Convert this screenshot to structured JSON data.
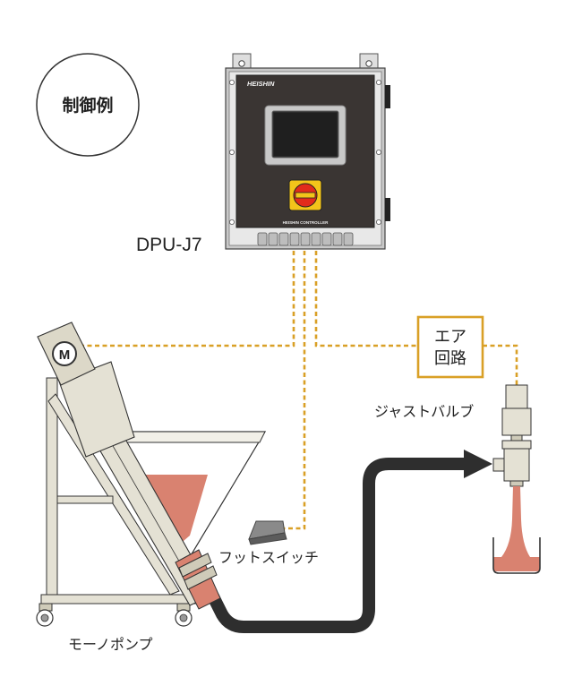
{
  "badge": {
    "text": "制御例"
  },
  "controller": {
    "brand": "HEISHIN",
    "panel_caption": "HEISHIN CONTROLLER",
    "model_label": "DPU-J7"
  },
  "labels": {
    "air_line1": "エア",
    "air_line2": "回路",
    "valve": "ジャストバルブ",
    "foot_switch": "フットスイッチ",
    "pump": "モーノポンプ",
    "motor_letter": "M"
  },
  "colors": {
    "signal_line": "#d9a026",
    "fluid": "#d98270",
    "controller_body": "#3a3533",
    "hose": "#2e2e2e",
    "machine": "#dcd8c8"
  }
}
